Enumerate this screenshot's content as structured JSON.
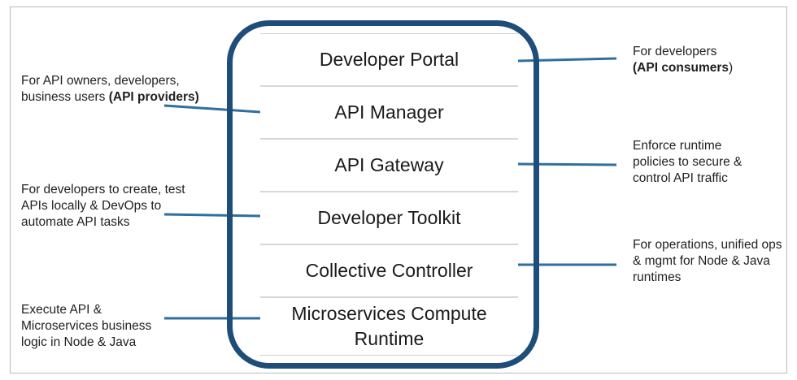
{
  "colors": {
    "frame": "#1e4d79",
    "connector": "#2f6f9e",
    "divider": "#d7d7d7"
  },
  "layers": [
    {
      "label": "Developer Portal"
    },
    {
      "label": "API Manager"
    },
    {
      "label": "API Gateway"
    },
    {
      "label": "Developer Toolkit"
    },
    {
      "label": "Collective Controller"
    },
    {
      "label": "Microservices Compute Runtime"
    }
  ],
  "left_notes": {
    "api_owners": {
      "pre": "For API owners, developers, business users ",
      "open": "(",
      "bold": "API providers",
      "close": ")"
    },
    "toolkit": {
      "text": "For developers to create, test APIs locally & DevOps to automate API tasks"
    },
    "runtime": {
      "text": "Execute API & Microservices business logic in Node & Java"
    }
  },
  "right_notes": {
    "portal": {
      "pre": "For developers ",
      "open": "(",
      "bold": "API consumers",
      "close": ")"
    },
    "gateway": {
      "text": "Enforce runtime policies to secure & control API traffic"
    },
    "controller": {
      "text": "For operations, unified ops & mgmt for Node & Java runtimes"
    }
  }
}
